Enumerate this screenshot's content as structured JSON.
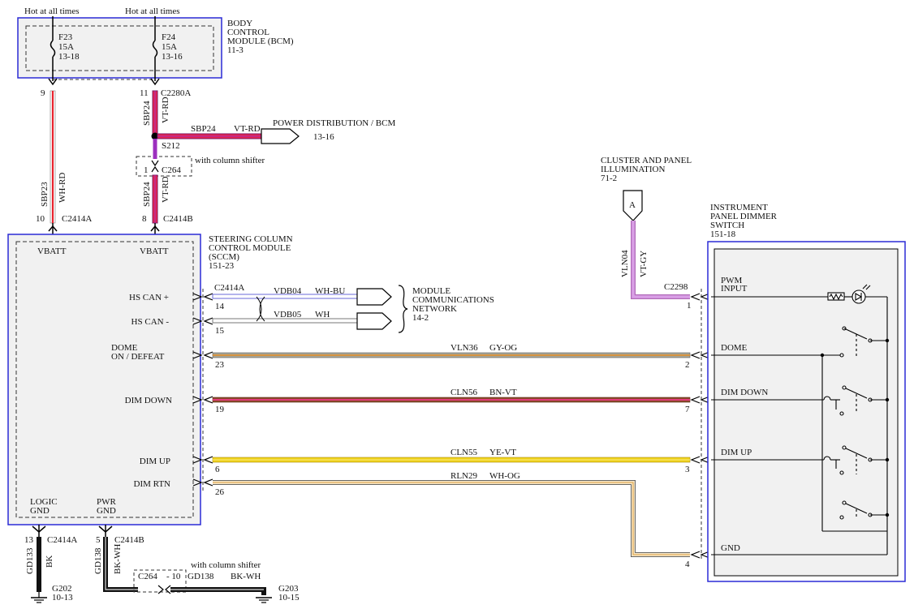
{
  "top": {
    "hot1": "Hot at all times",
    "hot2": "Hot at all times",
    "bcm": [
      "BODY",
      "CONTROL",
      "MODULE (BCM)",
      "11-3"
    ],
    "f23": [
      "F23",
      "15A",
      "13-18"
    ],
    "f24": [
      "F24",
      "15A",
      "13-16"
    ]
  },
  "upper_wires": {
    "pin9": "9",
    "pin11": "11",
    "c2280a": "C2280A",
    "sbp24_v": "SBP24",
    "vtrd_v": "VT-RD",
    "sbp24_h": "SBP24",
    "vtrd_h": "VT-RD",
    "pd_title": "POWER DISTRIBUTION / BCM",
    "pd_ref": "13-16",
    "s212": "S212",
    "col_shifter": "with column shifter",
    "c264_pin": "1",
    "c264": "C264",
    "sbp24_v2": "SBP24",
    "vtrd_v2": "VT-RD",
    "sbp23": "SBP23",
    "whrd": "WH-RD",
    "pin10": "10",
    "c2414a": "C2414A",
    "pin8": "8",
    "c2414b": "C2414B"
  },
  "sccm": {
    "title": [
      "STEERING COLUMN",
      "CONTROL MODULE",
      "(SCCM)",
      "151-23"
    ],
    "vbatt1": "VBATT",
    "vbatt2": "VBATT",
    "hscan_plus": "HS CAN +",
    "hscan_minus": "HS CAN -",
    "dome1": "DOME",
    "dome2": "ON / DEFEAT",
    "dim_down": "DIM DOWN",
    "dim_up": "DIM UP",
    "dim_rtn": "DIM RTN",
    "logic_gnd": [
      "LOGIC",
      "GND"
    ],
    "pwr_gnd": [
      "PWR",
      "GND"
    ]
  },
  "can": {
    "c2414a": "C2414A",
    "p14": "14",
    "p15": "15",
    "vdb04": "VDB04",
    "whbu": "WH-BU",
    "vdb05": "VDB05",
    "wh": "WH",
    "mcn": [
      "MODULE",
      "COMMUNICATIONS",
      "NETWORK",
      "14-2"
    ]
  },
  "wires": {
    "p23": "23",
    "p2": "2",
    "vln36": "VLN36",
    "gyog": "GY-OG",
    "p19": "19",
    "p7": "7",
    "cln56": "CLN56",
    "bnvt": "BN-VT",
    "p6": "6",
    "p3": "3",
    "cln55": "CLN55",
    "yevt": "YE-VT",
    "p26": "26",
    "p4": "4",
    "rln29": "RLN29",
    "whog": "WH-OG"
  },
  "cluster": {
    "title": [
      "CLUSTER AND PANEL",
      "ILLUMINATION",
      "71-2"
    ],
    "a": "A",
    "vln04": "VLN04",
    "vtgy": "VT-GY",
    "c2298": "C2298",
    "p1": "1"
  },
  "ipds": {
    "title": [
      "INSTRUMENT",
      "PANEL DIMMER",
      "SWITCH",
      "151-18"
    ],
    "pwm": [
      "PWM",
      "INPUT"
    ],
    "dome": "DOME",
    "dim_down": "DIM DOWN",
    "dim_up": "DIM UP",
    "gnd": "GND"
  },
  "ground": {
    "p13": "13",
    "c2414a": "C2414A",
    "gd133": "GD133",
    "bk": "BK",
    "g202": "G202",
    "g202_ref": "10-13",
    "p5": "5",
    "c2414b": "C2414B",
    "gd138": "GD138",
    "bkwh": "BK-WH",
    "col_shifter": "with column shifter",
    "c264": "C264",
    "dash10": "- 10",
    "gd138_h": "GD138",
    "bkwh_h": "BK-WH",
    "g203": "G203",
    "g203_ref": "10-15"
  }
}
